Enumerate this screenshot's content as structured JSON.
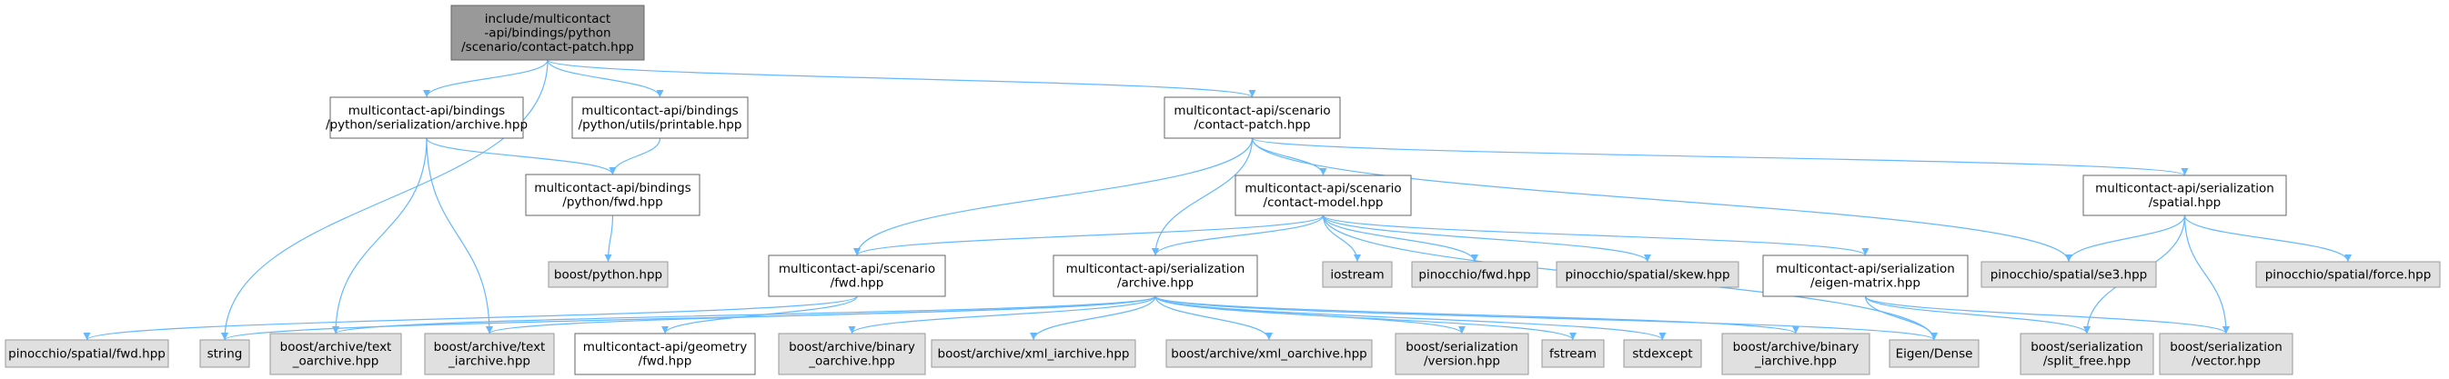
{
  "colors": {
    "edge": "#63b8ff",
    "root_fill": "#999999",
    "root_border": "#666666",
    "node_fill": "#ffffff",
    "node_border": "#666666",
    "external_fill": "#e0e0e0",
    "external_border": "#999999"
  },
  "nodes": [
    {
      "id": "root",
      "kind": "root",
      "lines": [
        "include/multicontact",
        "-api/bindings/python",
        "/scenario/contact-patch.hpp"
      ]
    },
    {
      "id": "py_archive",
      "kind": "node",
      "lines": [
        "multicontact-api/bindings",
        "/python/serialization/archive.hpp"
      ]
    },
    {
      "id": "py_printable",
      "kind": "node",
      "lines": [
        "multicontact-api/bindings",
        "/python/utils/printable.hpp"
      ]
    },
    {
      "id": "py_fwd",
      "kind": "node",
      "lines": [
        "multicontact-api/bindings",
        "/python/fwd.hpp"
      ]
    },
    {
      "id": "boost_python",
      "kind": "external",
      "lines": [
        "boost/python.hpp"
      ]
    },
    {
      "id": "contact_patch",
      "kind": "node",
      "lines": [
        "multicontact-api/scenario",
        "/contact-patch.hpp"
      ]
    },
    {
      "id": "contact_model",
      "kind": "node",
      "lines": [
        "multicontact-api/scenario",
        "/contact-model.hpp"
      ]
    },
    {
      "id": "scenario_fwd",
      "kind": "node",
      "lines": [
        "multicontact-api/scenario",
        "/fwd.hpp"
      ]
    },
    {
      "id": "ser_archive",
      "kind": "node",
      "lines": [
        "multicontact-api/serialization",
        "/archive.hpp"
      ]
    },
    {
      "id": "iostream",
      "kind": "external",
      "lines": [
        "iostream"
      ]
    },
    {
      "id": "pin_fwd",
      "kind": "external",
      "lines": [
        "pinocchio/fwd.hpp"
      ]
    },
    {
      "id": "pin_skew",
      "kind": "external",
      "lines": [
        "pinocchio/spatial/skew.hpp"
      ]
    },
    {
      "id": "eigen_matrix",
      "kind": "node",
      "lines": [
        "multicontact-api/serialization",
        "/eigen-matrix.hpp"
      ]
    },
    {
      "id": "ser_spatial",
      "kind": "node",
      "lines": [
        "multicontact-api/serialization",
        "/spatial.hpp"
      ]
    },
    {
      "id": "pin_se3",
      "kind": "external",
      "lines": [
        "pinocchio/spatial/se3.hpp"
      ]
    },
    {
      "id": "pin_force",
      "kind": "external",
      "lines": [
        "pinocchio/spatial/force.hpp"
      ]
    },
    {
      "id": "pin_spatial_fwd",
      "kind": "external",
      "lines": [
        "pinocchio/spatial/fwd.hpp"
      ]
    },
    {
      "id": "string",
      "kind": "external",
      "lines": [
        "string"
      ]
    },
    {
      "id": "text_oarchive",
      "kind": "external",
      "lines": [
        "boost/archive/text",
        "_oarchive.hpp"
      ]
    },
    {
      "id": "text_iarchive",
      "kind": "external",
      "lines": [
        "boost/archive/text",
        "_iarchive.hpp"
      ]
    },
    {
      "id": "geometry_fwd",
      "kind": "node",
      "lines": [
        "multicontact-api/geometry",
        "/fwd.hpp"
      ]
    },
    {
      "id": "binary_oarchive",
      "kind": "external",
      "lines": [
        "boost/archive/binary",
        "_oarchive.hpp"
      ]
    },
    {
      "id": "xml_iarchive",
      "kind": "external",
      "lines": [
        "boost/archive/xml_iarchive.hpp"
      ]
    },
    {
      "id": "xml_oarchive",
      "kind": "external",
      "lines": [
        "boost/archive/xml_oarchive.hpp"
      ]
    },
    {
      "id": "ser_version",
      "kind": "external",
      "lines": [
        "boost/serialization",
        "/version.hpp"
      ]
    },
    {
      "id": "fstream",
      "kind": "external",
      "lines": [
        "fstream"
      ]
    },
    {
      "id": "stdexcept",
      "kind": "external",
      "lines": [
        "stdexcept"
      ]
    },
    {
      "id": "binary_iarchive",
      "kind": "external",
      "lines": [
        "boost/archive/binary",
        "_iarchive.hpp"
      ]
    },
    {
      "id": "eigen_dense",
      "kind": "external",
      "lines": [
        "Eigen/Dense"
      ]
    },
    {
      "id": "split_free",
      "kind": "external",
      "lines": [
        "boost/serialization",
        "/split_free.hpp"
      ]
    },
    {
      "id": "ser_vector",
      "kind": "external",
      "lines": [
        "boost/serialization",
        "/vector.hpp"
      ]
    }
  ],
  "edges": [
    [
      "root",
      "py_archive"
    ],
    [
      "root",
      "py_printable"
    ],
    [
      "root",
      "contact_patch"
    ],
    [
      "root",
      "string"
    ],
    [
      "py_archive",
      "py_fwd"
    ],
    [
      "py_archive",
      "text_oarchive"
    ],
    [
      "py_archive",
      "text_iarchive"
    ],
    [
      "py_printable",
      "py_fwd"
    ],
    [
      "py_fwd",
      "boost_python"
    ],
    [
      "contact_patch",
      "contact_model"
    ],
    [
      "contact_patch",
      "scenario_fwd"
    ],
    [
      "contact_patch",
      "ser_archive"
    ],
    [
      "contact_patch",
      "ser_spatial"
    ],
    [
      "contact_patch",
      "pin_se3"
    ],
    [
      "contact_model",
      "scenario_fwd"
    ],
    [
      "contact_model",
      "ser_archive"
    ],
    [
      "contact_model",
      "iostream"
    ],
    [
      "contact_model",
      "pin_fwd"
    ],
    [
      "contact_model",
      "pin_skew"
    ],
    [
      "contact_model",
      "eigen_matrix"
    ],
    [
      "contact_model",
      "eigen_dense"
    ],
    [
      "scenario_fwd",
      "pin_spatial_fwd"
    ],
    [
      "scenario_fwd",
      "geometry_fwd"
    ],
    [
      "ser_archive",
      "string"
    ],
    [
      "ser_archive",
      "text_oarchive"
    ],
    [
      "ser_archive",
      "text_iarchive"
    ],
    [
      "ser_archive",
      "binary_oarchive"
    ],
    [
      "ser_archive",
      "xml_iarchive"
    ],
    [
      "ser_archive",
      "xml_oarchive"
    ],
    [
      "ser_archive",
      "ser_version"
    ],
    [
      "ser_archive",
      "fstream"
    ],
    [
      "ser_archive",
      "stdexcept"
    ],
    [
      "ser_archive",
      "binary_iarchive"
    ],
    [
      "ser_archive",
      "eigen_dense"
    ],
    [
      "eigen_matrix",
      "eigen_dense"
    ],
    [
      "eigen_matrix",
      "split_free"
    ],
    [
      "eigen_matrix",
      "ser_vector"
    ],
    [
      "ser_spatial",
      "pin_se3"
    ],
    [
      "ser_spatial",
      "pin_force"
    ],
    [
      "ser_spatial",
      "split_free"
    ],
    [
      "ser_spatial",
      "ser_vector"
    ]
  ]
}
